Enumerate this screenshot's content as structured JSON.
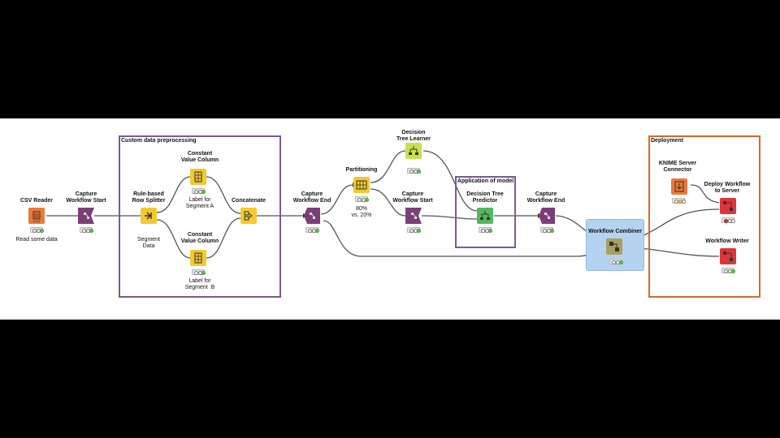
{
  "annotations": {
    "custom_preprocessing": "Custom data preprocessing",
    "application_of_model": "Application of model",
    "deployment": "Deployment"
  },
  "nodes": {
    "csv_reader": {
      "title": "CSV Reader",
      "note": "Read some data",
      "color": "#e8793a"
    },
    "capture_start_1": {
      "title": "Capture\nWorkflow Start",
      "color": "#7a3f78"
    },
    "rule_splitter": {
      "title": "Rule-based\nRow Splitter",
      "note": "Segment\nData",
      "color": "#f4c931"
    },
    "const_col_a": {
      "title": "Constant\nValue Column",
      "note": "Label for\nSegment A",
      "color": "#f4c931"
    },
    "const_col_b": {
      "title": "Constant\nValue Column",
      "note": "Label for\nSegment  B",
      "color": "#f4c931"
    },
    "concatenate": {
      "title": "Concatenate",
      "color": "#f4c931"
    },
    "capture_end_1": {
      "title": "Capture\nWorkflow End",
      "color": "#7a3f78"
    },
    "partitioning": {
      "title": "Partitioning",
      "note": "80%\nvs. 20%",
      "color": "#f4c931"
    },
    "dt_learner": {
      "title": "Decision\nTree Learner",
      "color": "#c9e04a"
    },
    "capture_start_2": {
      "title": "Capture\nWorkflow Start",
      "color": "#7a3f78"
    },
    "dt_predictor": {
      "title": "Decision Tree\nPredictor",
      "color": "#54b95b"
    },
    "capture_end_2": {
      "title": "Capture\nWorkflow End",
      "color": "#7a3f78"
    },
    "workflow_combiner": {
      "title": "Workflow Combiner",
      "color": "#a9a060"
    },
    "server_connector": {
      "title": "KNIME Server\nConnector",
      "color": "#e8793a"
    },
    "deploy_workflow": {
      "title": "Deploy Workflow\nto Server",
      "color": "#e0343a"
    },
    "workflow_writer": {
      "title": "Workflow Writer",
      "color": "#e0343a"
    }
  },
  "colors": {
    "annotation_purple": "#7b5a92",
    "annotation_orange": "#d46b2a",
    "metanode_blue": "#b5d3f0",
    "status_ok": "#6abf4b",
    "status_warn": "#f4c931",
    "status_error": "#d9342b"
  }
}
